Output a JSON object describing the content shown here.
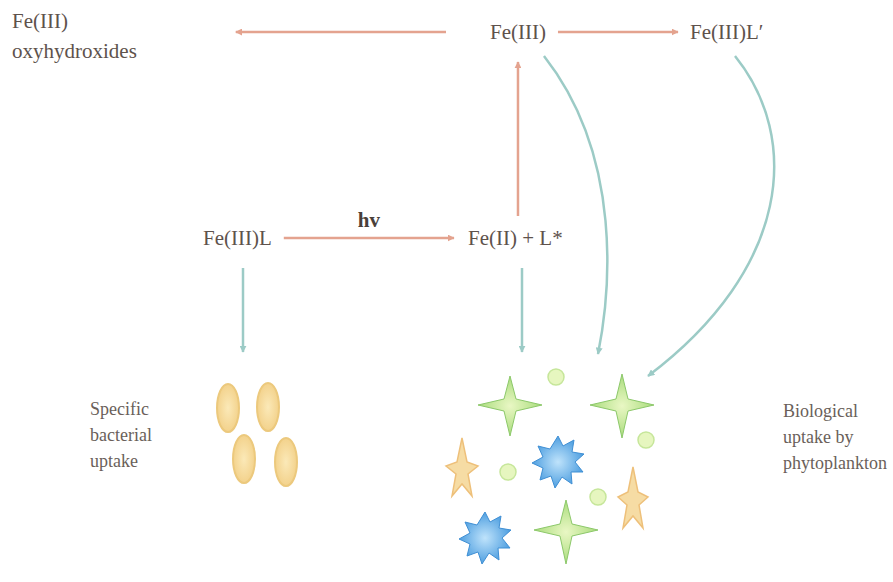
{
  "diagram": {
    "nodes": [
      {
        "text": [
          "Fe(III) oxyhydroxides"
        ]
      },
      {
        "text": [
          "Fe(III)"
        ]
      },
      {
        "text": [
          "Fe(III)L′"
        ]
      },
      {
        "text": [
          "Fe(III)L"
        ]
      },
      {
        "text": [
          "Fe(II) + L*"
        ]
      },
      {
        "text": [
          "Specific bacterial uptake"
        ]
      },
      {
        "text": [
          "Biological uptake by phytoplankton"
        ]
      }
    ],
    "edges": [
      {
        "from": 1,
        "to": 0,
        "arrow": "to"
      },
      {
        "from": 1,
        "to": 2,
        "arrow": "to"
      },
      {
        "from": 3,
        "to": 4,
        "label": "hv",
        "arrow": "to"
      },
      {
        "from": 4,
        "to": 1,
        "arrow": "to"
      },
      {
        "from": 3,
        "to": 5,
        "arrow": "to"
      },
      {
        "from": 4,
        "to": 6,
        "arrow": "to"
      },
      {
        "from": 1,
        "to": 6,
        "arrow": "to"
      },
      {
        "from": 2,
        "to": 6,
        "arrow": "to"
      }
    ]
  }
}
